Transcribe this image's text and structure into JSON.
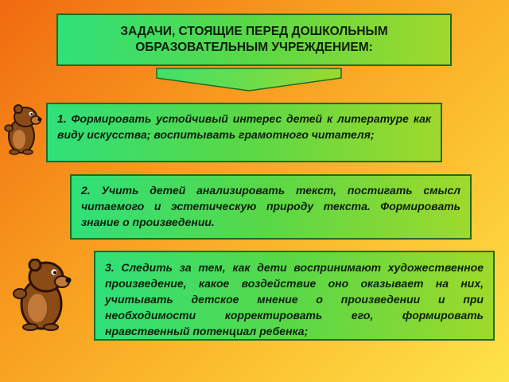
{
  "title": {
    "line1": "ЗАДАЧИ, СТОЯЩИЕ ПЕРЕД ДОШКОЛЬНЫМ",
    "line2": "ОБРАЗОВАТЕЛЬНЫМ УЧРЕЖДЕНИЕМ:"
  },
  "tasks": [
    {
      "text": "1. Формировать устойчивый интерес детей к литературе как виду искусства; воспитывать грамотного читателя;"
    },
    {
      "text": "2. Учить детей анализировать текст, постигать смысл читаемого и эстетическую природу текста. Формировать знание о произведении."
    },
    {
      "text": "3. Следить за тем, как дети воспринимают художественное произведение, какое воздействие оно оказывает на них, учитывать детское мнение о произведении и при необходимости корректировать его, формировать нравственный потенциал ребенка;"
    }
  ],
  "icons": [
    "winnie-the-pooh-icon",
    "winnie-the-pooh-icon",
    "down-arrow-icon"
  ],
  "colors": {
    "background_start": "#f06a10",
    "background_end": "#fde34a",
    "box_start": "#2fe07a",
    "box_end": "#9fd92b",
    "box_border": "#1e6b25"
  }
}
